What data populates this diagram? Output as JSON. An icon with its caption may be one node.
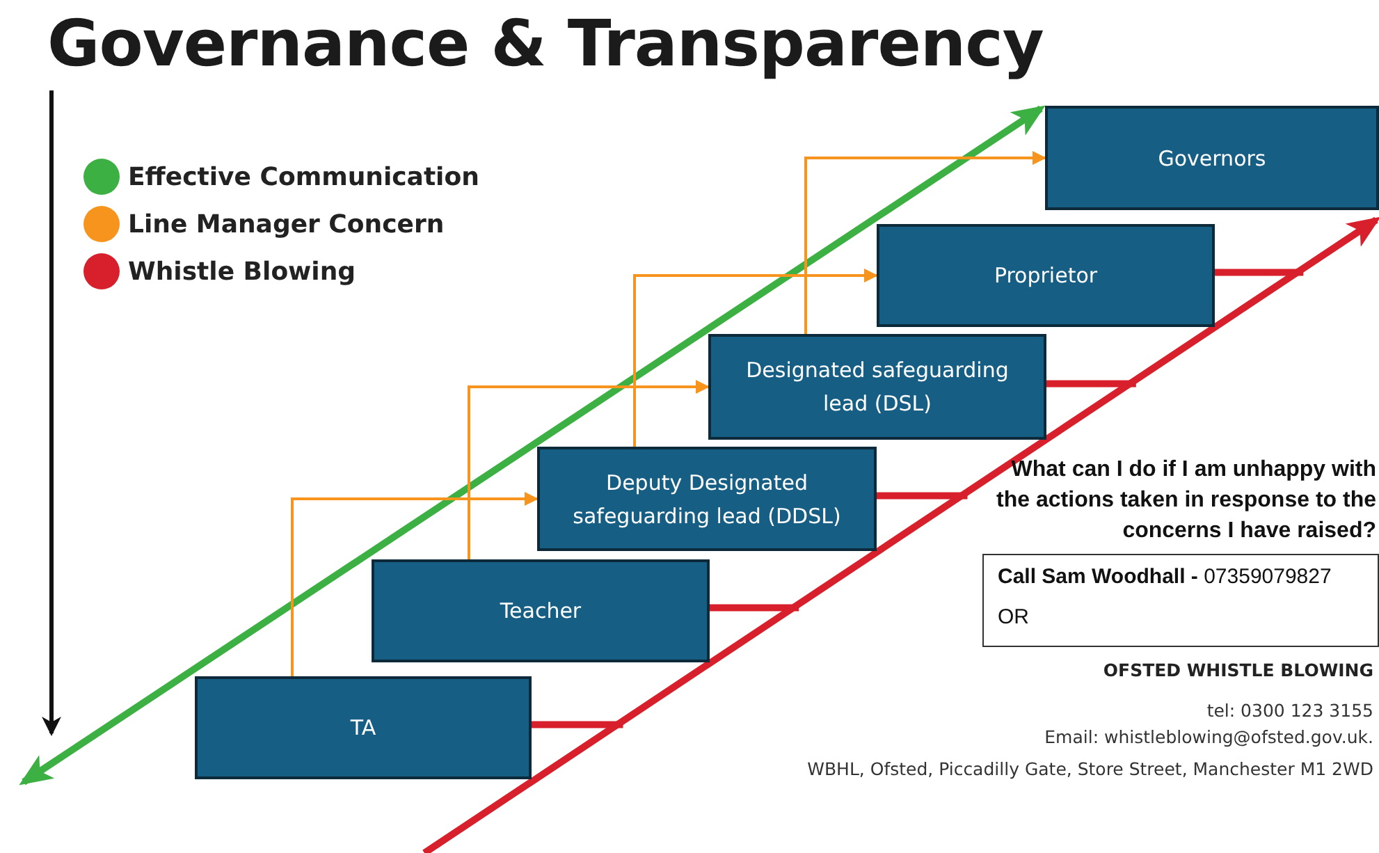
{
  "diagram": {
    "title": "Governance & Transparency",
    "nodes": [
      {
        "text": [
          "TA"
        ]
      },
      {
        "text": [
          "Teacher"
        ]
      },
      {
        "text": [
          "Deputy Designated safeguarding lead (DDSL)"
        ]
      },
      {
        "text": [
          "Designated safeguarding lead (DSL)"
        ]
      },
      {
        "text": [
          "Proprietor"
        ]
      },
      {
        "text": [
          "Governors"
        ]
      },
      {
        "text": [
          "**Call Sam Woodhall -** 07359079827",
          "OR"
        ]
      }
    ],
    "edges": [
      {
        "from": 0,
        "to": 2,
        "arrow": "to"
      },
      {
        "from": 1,
        "to": 3,
        "arrow": "to"
      },
      {
        "from": 2,
        "to": 4,
        "arrow": "to"
      },
      {
        "from": 3,
        "to": 5,
        "arrow": "to"
      }
    ],
    "labels": [
      "What can I do if I am unhappy with the actions taken in response to the concerns I have raised?",
      "OFSTED WHISTLE BLOWING",
      "tel: 0300 123 3155",
      "Email: whistleblowing@ofsted.gov.uk.",
      "WBHL, Ofsted, Piccadilly Gate, Store Street, Manchester M1 2WD"
    ],
    "legend": [
      {
        "text": "Effective Communication",
        "color": "#3cb043"
      },
      {
        "text": "Line Manager Concern",
        "color": "#f7941d"
      },
      {
        "text": "Whistle Blowing",
        "color": "#d7202b"
      }
    ]
  }
}
